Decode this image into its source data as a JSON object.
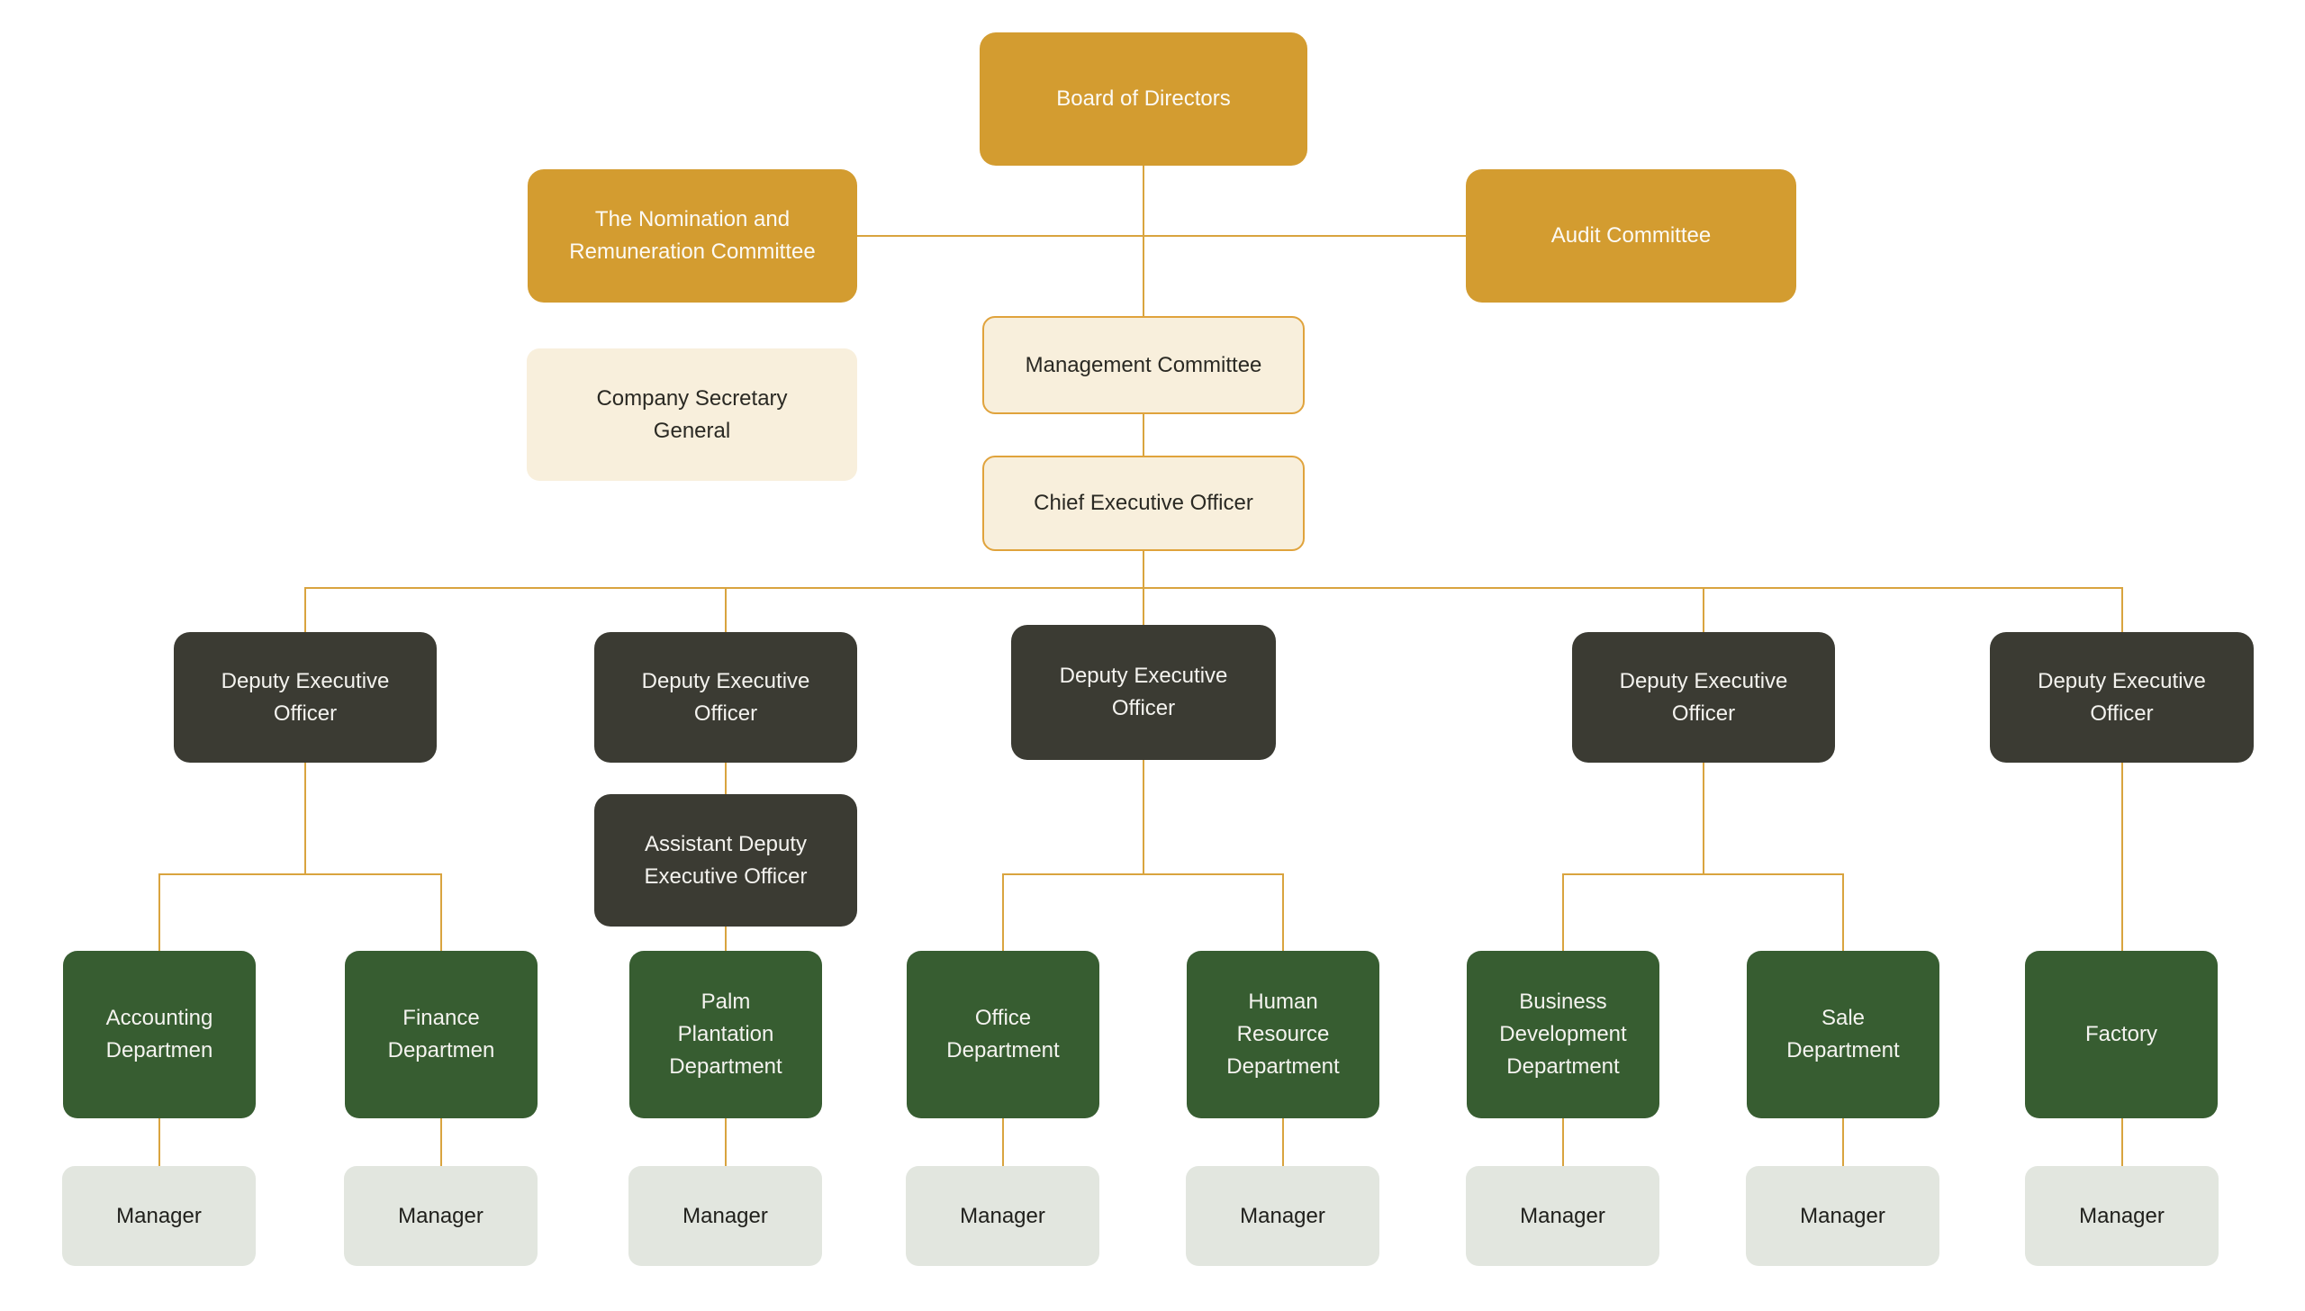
{
  "palette": {
    "gold": "#D39C30",
    "cream": "#F8EFDC",
    "cream_border": "#E0A33C",
    "charcoal": "#3B3B33",
    "green": "#375D31",
    "manager_bg": "#E2E6DF",
    "line": "#D9A43F",
    "text_light": "#FCFAF5",
    "text_dark": "#2A2923"
  },
  "org": {
    "board": {
      "label": "Board of Directors"
    },
    "nomination_committee": {
      "label": "The Nomination and Remuneration Committee"
    },
    "audit_committee": {
      "label": "Audit Committee"
    },
    "management_committee": {
      "label": "Management Committee"
    },
    "company_secretary_general": {
      "label": "Company Secretary General"
    },
    "ceo": {
      "label": "Chief Executive Officer"
    },
    "deputies": [
      {
        "label": "Deputy Executive Officer"
      },
      {
        "label": "Deputy Executive Officer"
      },
      {
        "label": "Deputy Executive Officer"
      },
      {
        "label": "Deputy Executive Officer"
      },
      {
        "label": "Deputy Executive Officer"
      }
    ],
    "assistant_deputy": {
      "label": "Assistant Deputy Executive Officer"
    },
    "departments": [
      {
        "label": "Accounting Departmen"
      },
      {
        "label": "Finance Departmen"
      },
      {
        "label": "Palm Plantation Department"
      },
      {
        "label": "Office Department"
      },
      {
        "label": "Human Resource Department"
      },
      {
        "label": "Business Development Department"
      },
      {
        "label": "Sale Department"
      },
      {
        "label": "Factory"
      }
    ],
    "managers": [
      {
        "label": "Manager"
      },
      {
        "label": "Manager"
      },
      {
        "label": "Manager"
      },
      {
        "label": "Manager"
      },
      {
        "label": "Manager"
      },
      {
        "label": "Manager"
      },
      {
        "label": "Manager"
      },
      {
        "label": "Manager"
      }
    ]
  }
}
